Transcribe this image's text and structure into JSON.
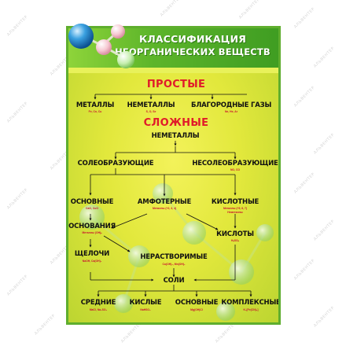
{
  "watermark": "АЛЬВЕНТЕР",
  "title": {
    "line1": "КЛАССИФИКАЦИЯ",
    "line2": "НЕОРГАНИЧЕСКИХ ВЕЩЕСТВ"
  },
  "simple": {
    "heading": "ПРОСТЫЕ",
    "metals": {
      "label": "МЕТАЛЛЫ",
      "examples": "Fe, Cn, Cu"
    },
    "nonmetals": {
      "label": "НЕМЕТАЛЛЫ",
      "examples": "S, O, Se"
    },
    "noble_gases": {
      "label": "БЛАГОРОДНЫЕ ГАЗЫ",
      "examples": "Ne, He, Ar"
    }
  },
  "complex": {
    "heading": "СЛОЖНЫЕ",
    "nonmetals": "НЕМЕТАЛЛЫ",
    "salt_forming": "СОЛЕОБРАЗУЮЩИЕ",
    "non_salt_forming": {
      "label": "НЕСОЛЕОБРАЗУЮЩИЕ",
      "examples": "NO, CO"
    },
    "basic": {
      "label": "ОСНОВНЫЕ",
      "examples": "CaO, CuO"
    },
    "amphoteric": {
      "label": "АМФОТЕРНЫЕ",
      "examples": "Металлы (+2, 3, 4)"
    },
    "acidic": {
      "label": "КИСЛОТНЫЕ",
      "examples1": "Металлы (+5, 6, 7)",
      "examples2": "Неметаллы"
    },
    "bases": {
      "label": "ОСНОВАНИЯ",
      "examples": "Металлы (OH)ₙ"
    },
    "acids": {
      "label": "КИСЛОТЫ",
      "examples": "HₙSOₙ"
    },
    "alkalis": {
      "label": "ЩЕЛОЧИ",
      "examples": "NaOH, Ca(OH)₂"
    },
    "insoluble": {
      "label": "НЕРАСТВОРИМЫЕ",
      "examples": "Cu(OH)₂, Mn(OH)₂"
    },
    "salts": "СОЛИ",
    "medium": {
      "label": "СРЕДНИЕ",
      "examples": "MaCl, Na₂SO₄"
    },
    "acid_salts": {
      "label": "КИСЛЫЕ",
      "examples": "NaHSO₃"
    },
    "basic_salts": {
      "label": "ОСНОВНЫЕ",
      "examples": "Mg(OH)Cl"
    },
    "complex_salts": {
      "label": "КОМПЛЕКСНЫЕ",
      "examples": "K₃[Fe(CN)₆]"
    }
  },
  "colors": {
    "header_green": "#4faa26",
    "poster_yellow": "#e8ec45",
    "heading_red": "#e01b2a",
    "example_red": "#c8102e",
    "border_green": "#5fae2e"
  },
  "decor": {
    "molecule_icon": "molecule-icon"
  }
}
